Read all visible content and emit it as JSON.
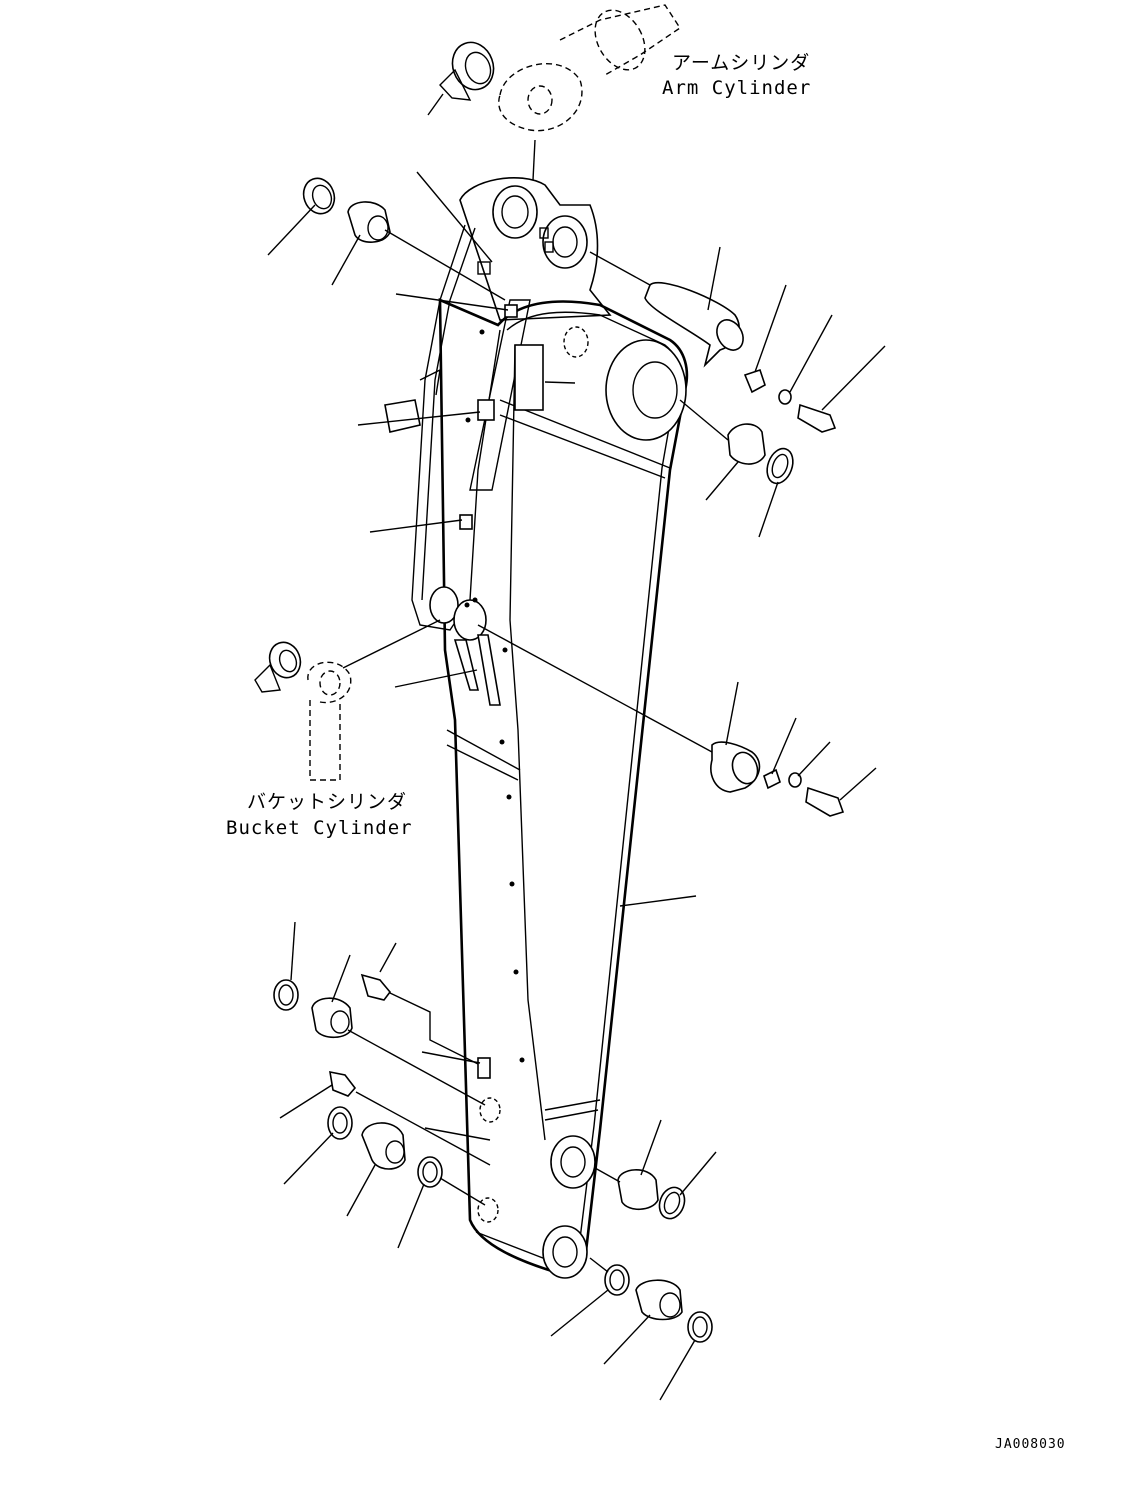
{
  "labels": {
    "arm_cylinder_jp": "アームシリンダ",
    "arm_cylinder_en": "Arm Cylinder",
    "bucket_cylinder_jp": "バケットシリンダ",
    "bucket_cylinder_en": "Bucket Cylinder"
  },
  "drawing_ref": "JA008030"
}
